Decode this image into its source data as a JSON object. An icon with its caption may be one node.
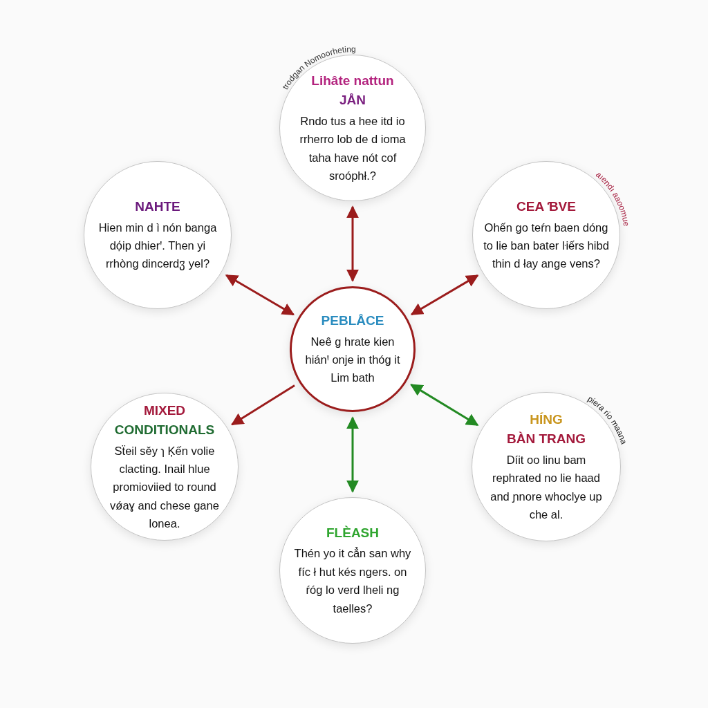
{
  "diagram": {
    "nodes": [
      {
        "text": [
          "trodgan Nomoorheting",
          "Lihâte nattun",
          "JÅN",
          "Rndo tus a hee itd io rrherro lob de d ioma taha have nót cof sroóphł.?"
        ]
      },
      {
        "text": [
          "NAHTE",
          "Hien min d ì nón banga dọ́ip dhierꞌ. Then yi rrhòng dincerdჳ yel?"
        ]
      },
      {
        "text": [
          "CEA ƁVE",
          "aıendı aaoomue",
          "Ohến go teŕn baen dóng to lie ban bater ŀiếrs hibd thin d łay ange vens?"
        ]
      },
      {
        "text": [
          "PEBLÅCE",
          "Neê g hrate kien hiánꞋ onje in thóg it Lim bath"
        ]
      },
      {
        "text": [
          "MIXED",
          "CONDITIONALS",
          "Sẗeil sěy ɿ Ķến volie clacting. Inail hlue promioviied to round vǿaɣ and chese gane lonea."
        ]
      },
      {
        "text": [
          "HÍNG",
          "BÀN TRANG",
          "piera rio maana",
          "Díit oo linu bam rephrated no lie haad and ɲnore whoclye up che al."
        ]
      },
      {
        "text": [
          "FLÈASH",
          "Thén yo it cẳn san why fíc ł hut kés ngers. on ŕóg lo verd lheli ng taelles?"
        ]
      }
    ],
    "edges": [
      {
        "from": 3,
        "to": 0,
        "arrow": "both"
      },
      {
        "from": 3,
        "to": 1,
        "arrow": "both"
      },
      {
        "from": 3,
        "to": 2,
        "arrow": "both"
      },
      {
        "from": 3,
        "to": 4,
        "arrow": "to"
      },
      {
        "from": 3,
        "to": 5,
        "arrow": "both",
        "color": "#238a23"
      },
      {
        "from": 3,
        "to": 6,
        "arrow": "both",
        "color": "#238a23"
      }
    ]
  }
}
